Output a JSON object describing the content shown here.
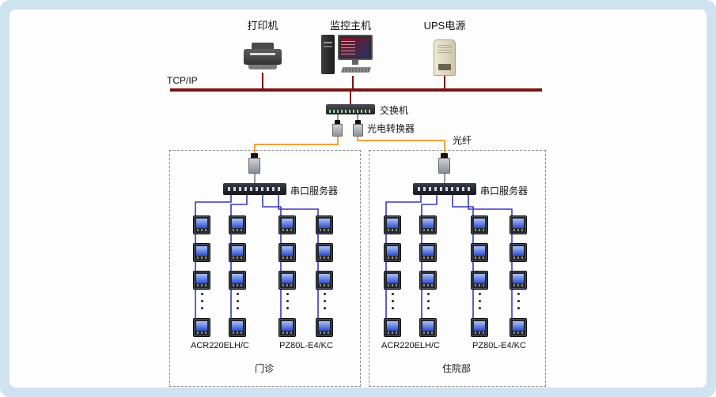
{
  "colors": {
    "bus": "#7a1414",
    "fiber": "#f0a23c",
    "meter_bus": "#3a3ab8",
    "background": "#cfe2f0"
  },
  "top_devices": {
    "printer": "打印机",
    "host": "监控主机",
    "ups": "UPS电源"
  },
  "network": {
    "bus": "TCP/IP",
    "switch": "交换机",
    "converter": "光电转换器",
    "fiber": "光纤"
  },
  "groups": [
    {
      "server": "串口服务器",
      "meter_model_a": "ACR220ELH/C",
      "meter_model_b": "PZ80L-E4/KC",
      "area": "门诊"
    },
    {
      "server": "串口服务器",
      "meter_model_a": "ACR220ELH/C",
      "meter_model_b": "PZ80L-E4/KC",
      "area": "住院部"
    }
  ]
}
